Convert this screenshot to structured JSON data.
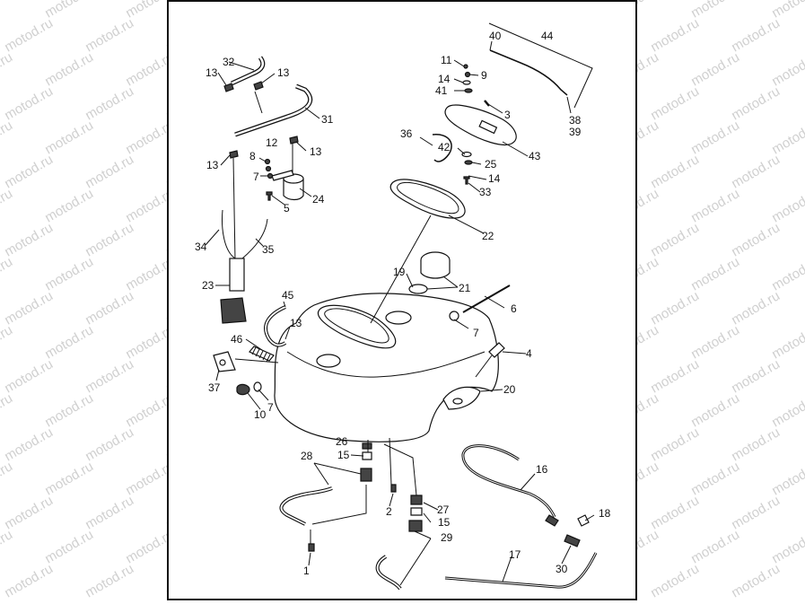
{
  "watermark": {
    "text": "motod.ru"
  },
  "callouts": {
    "c1": "1",
    "c2": "2",
    "c3": "3",
    "c4": "4",
    "c5": "5",
    "c6": "6",
    "c7a": "7",
    "c7b": "7",
    "c7c": "7",
    "c8": "8",
    "c9": "9",
    "c10": "10",
    "c11": "11",
    "c12": "12",
    "c13a": "13",
    "c13b": "13",
    "c13c": "13",
    "c13d": "13",
    "c13e": "13",
    "c14a": "14",
    "c14b": "14",
    "c15a": "15",
    "c15b": "15",
    "c16": "16",
    "c17": "17",
    "c18": "18",
    "c19": "19",
    "c20": "20",
    "c21": "21",
    "c22": "22",
    "c23": "23",
    "c24": "24",
    "c25": "25",
    "c26": "26",
    "c27": "27",
    "c28": "28",
    "c29": "29",
    "c30": "30",
    "c31": "31",
    "c32": "32",
    "c33": "33",
    "c34": "34",
    "c35": "35",
    "c36": "36",
    "c37": "37",
    "c38": "38",
    "c39": "39",
    "c40": "40",
    "c41": "41",
    "c42": "42",
    "c43": "43",
    "c44": "44",
    "c45": "45",
    "c46": "46"
  }
}
